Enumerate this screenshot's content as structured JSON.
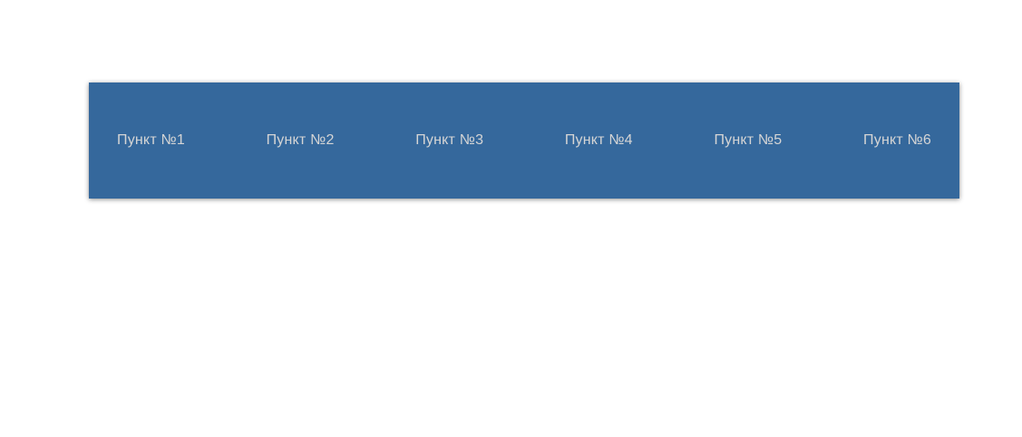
{
  "page": {
    "background_color": "#ffffff"
  },
  "navbar": {
    "background_color": "#35689c",
    "text_color": "#d5d5d5",
    "items": [
      {
        "label": "Пункт №1"
      },
      {
        "label": "Пункт №2"
      },
      {
        "label": "Пункт №3"
      },
      {
        "label": "Пункт №4"
      },
      {
        "label": "Пункт №5"
      },
      {
        "label": "Пункт №6"
      }
    ]
  }
}
